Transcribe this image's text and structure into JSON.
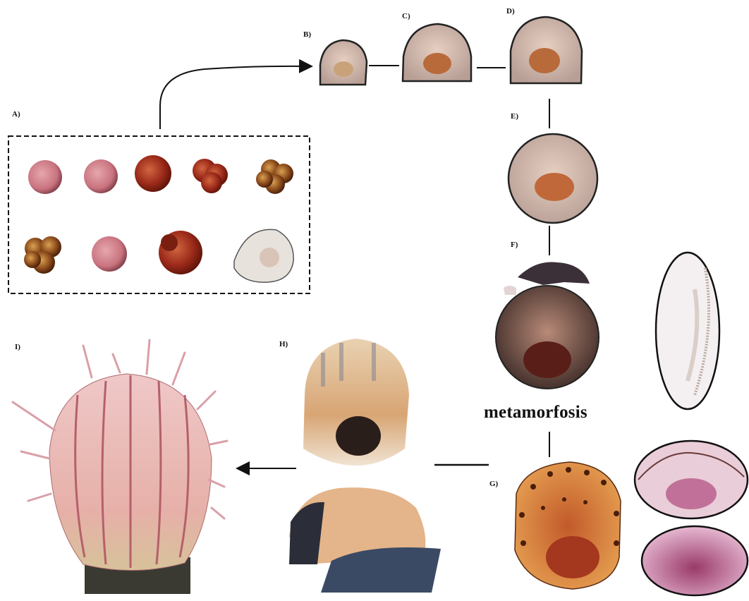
{
  "labels": {
    "a": "A)",
    "b": "B)",
    "c": "C)",
    "d": "D)",
    "e": "E)",
    "f": "F)",
    "g": "G)",
    "h": "H)",
    "i": "I)"
  },
  "stage_title": "metamorfosis",
  "colors": {
    "egg_red": "#9c2a1a",
    "egg_pink": "#c9737f",
    "larva_outline": "#2a2220",
    "shell_orange": "#d9822e",
    "adult_pink": "#d98f9a",
    "rock": "#39485e"
  }
}
